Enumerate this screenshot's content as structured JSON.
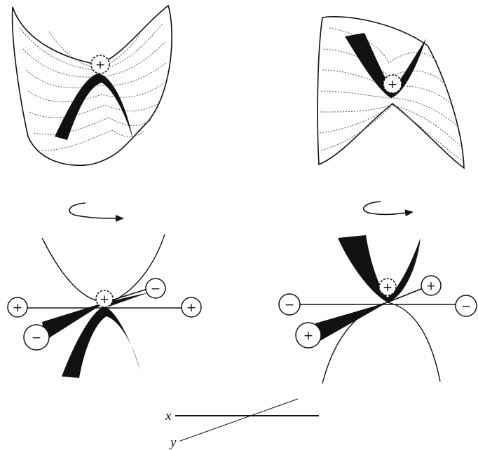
{
  "figure": {
    "colors": {
      "ink": "#111111",
      "paper": "#ffffff",
      "contour": "#555555"
    },
    "icons": [
      "rotation-arrow-icon",
      "rotation-arrow-icon"
    ],
    "panels": [
      {
        "id": "top-left",
        "center_sign": "+"
      },
      {
        "id": "top-right",
        "center_sign": "+"
      },
      {
        "id": "bottom-left",
        "center_sign": "+",
        "signs": [
          "+",
          "+",
          "−",
          "−"
        ]
      },
      {
        "id": "bottom-right",
        "center_sign": "+",
        "signs": [
          "−",
          "−",
          "+",
          "+"
        ]
      }
    ],
    "axes": {
      "x_label": "x",
      "y_label": "y"
    }
  }
}
